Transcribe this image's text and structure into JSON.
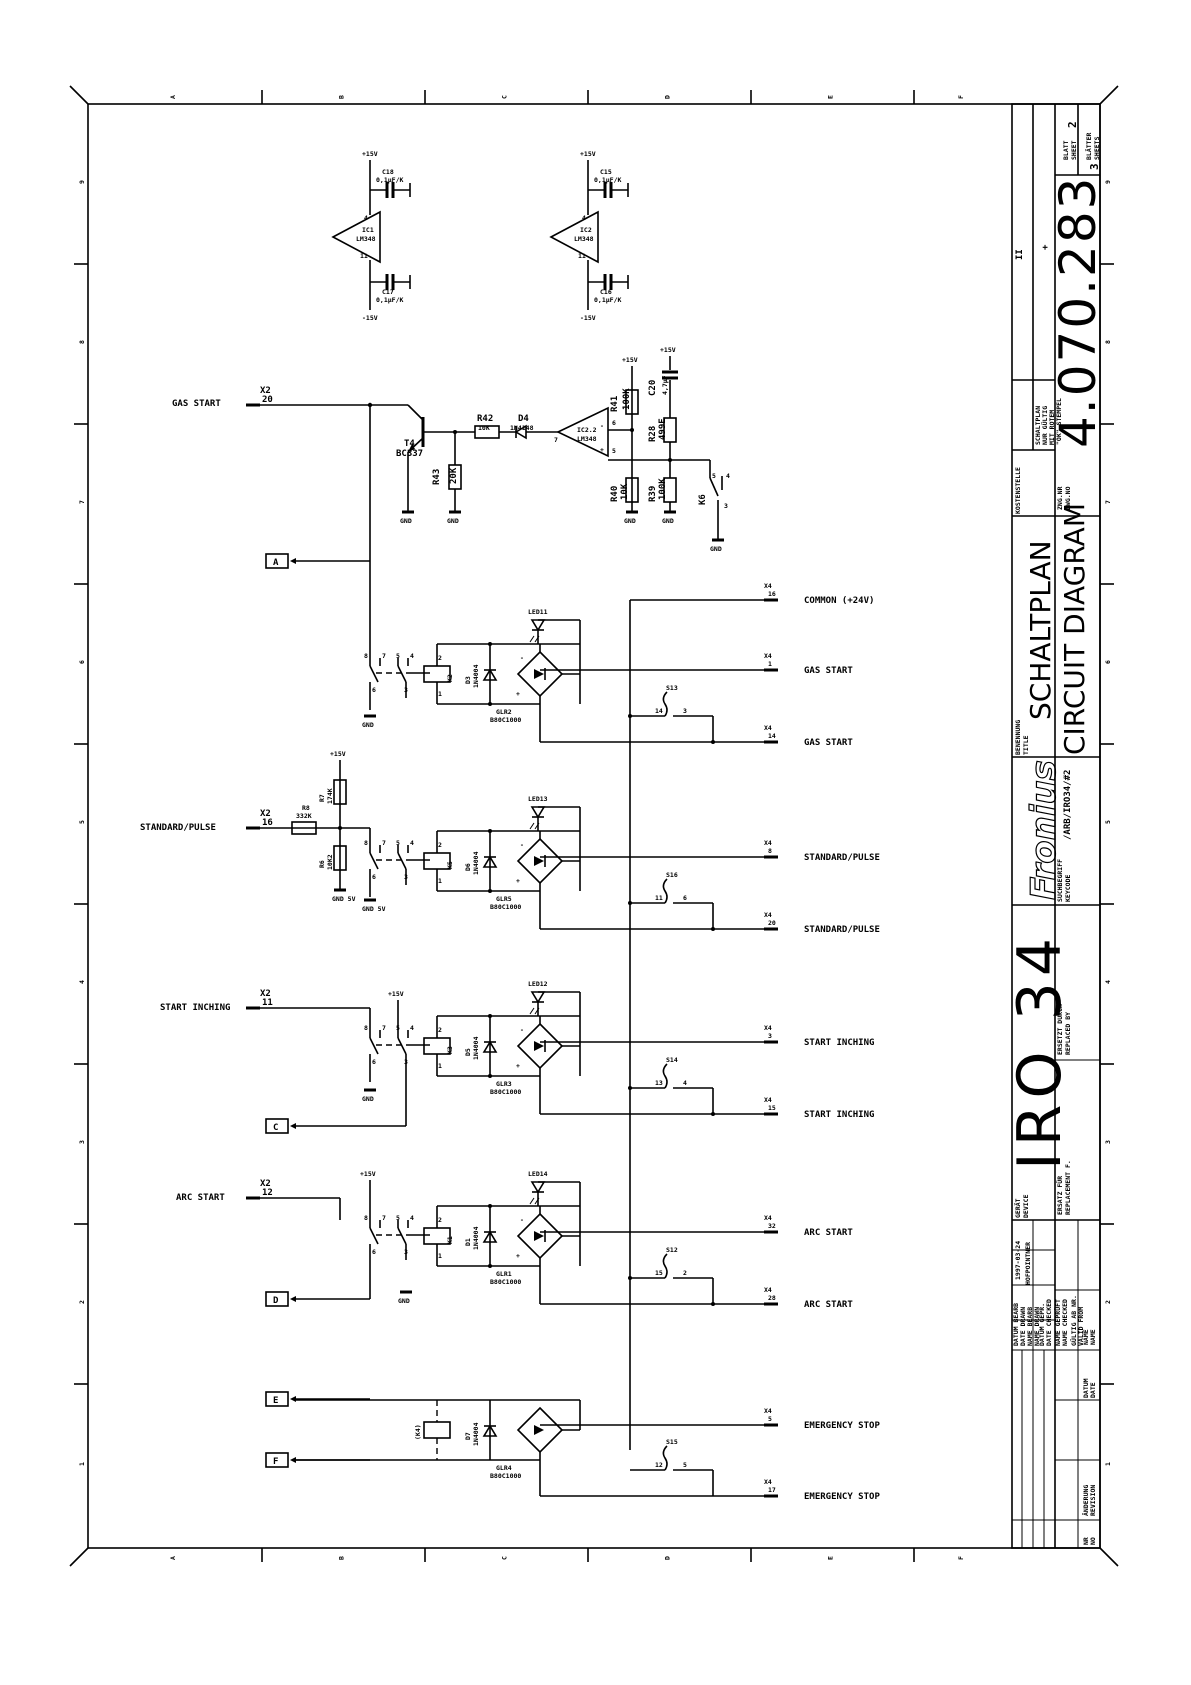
{
  "sheet": {
    "columns": [
      "A",
      "B",
      "C",
      "D",
      "E",
      "F"
    ],
    "rows": [
      "1",
      "2",
      "3",
      "4",
      "5",
      "6",
      "7",
      "8",
      "9"
    ]
  },
  "opamps": [
    {
      "ref": "IC1",
      "type": "LM348",
      "cap_top": "C18",
      "cap_top_val": "0,1µF/K",
      "cap_bot": "C17",
      "cap_bot_val": "0,1µF/K",
      "vpos": "+15V",
      "vneg": "-15V",
      "pin_top": "4",
      "pin_bot": "11"
    },
    {
      "ref": "IC2",
      "type": "LM348",
      "cap_top": "C15",
      "cap_top_val": "0,1µF/K",
      "cap_bot": "C16",
      "cap_bot_val": "0,1µF/K",
      "vpos": "+15V",
      "vneg": "-15V",
      "pin_top": "4",
      "pin_bot": "11"
    }
  ],
  "gas_circuit": {
    "connector": "X2",
    "pin": "20",
    "signal": "GAS START",
    "transistor": "T4",
    "transistor_type": "BC337",
    "r42": "R42",
    "r42_val": "10K",
    "r43": "R43",
    "r43_val": "20K",
    "diode": "D4",
    "diode_type": "1N4148",
    "opamp": "IC2.2",
    "opamp_type": "LM348",
    "pin6": "6",
    "pin7": "7",
    "pin5": "5",
    "r41": "R41",
    "r41_val": "100K",
    "r28": "R28",
    "r28_val": "499E",
    "r40": "R40",
    "r40_val": "10K",
    "r39": "R39",
    "r39_val": "100K",
    "c20": "C20",
    "c20_val": "4,7µF",
    "k6": "K6",
    "k6_p5": "5",
    "k6_p4": "4",
    "k6_p3": "3",
    "vplus": "+15V",
    "gnd": "GND"
  },
  "relay_blocks": [
    {
      "input_signal": "GAS START",
      "x2_pin": "20",
      "relay": "K2",
      "diode": "D3",
      "diode_type": "1N4004",
      "led": "LED11",
      "bridge": "GLR2",
      "bridge_type": "B80C1000",
      "switch": "S13",
      "sw_a": "14",
      "sw_b": "3",
      "out_pin_1": "1",
      "out_label_1": "GAS START",
      "out_pin_2": "14",
      "out_label_2": "GAS START",
      "p8": "8",
      "p7": "7",
      "p5": "5",
      "p4": "4",
      "p6": "6",
      "p3": "3",
      "p2": "2",
      "p1": "1",
      "gnd": "GND"
    },
    {
      "input_signal": "STANDARD/PULSE",
      "x2_pin": "16",
      "relay": "K5",
      "diode": "D6",
      "diode_type": "1N4004",
      "led": "LED13",
      "bridge": "GLR5",
      "bridge_type": "B80C1000",
      "switch": "S16",
      "sw_a": "11",
      "sw_b": "6",
      "out_pin_1": "8",
      "out_label_1": "STANDARD/PULSE",
      "out_pin_2": "20",
      "out_label_2": "STANDARD/PULSE",
      "p8": "8",
      "p7": "7",
      "p5": "5",
      "p4": "4",
      "p6": "6",
      "p3": "3",
      "p2": "2",
      "p1": "1",
      "gnd": "GND 5V"
    },
    {
      "input_signal": "START INCHING",
      "x2_pin": "11",
      "relay": "K3",
      "diode": "D5",
      "diode_type": "1N4004",
      "led": "LED12",
      "bridge": "GLR3",
      "bridge_type": "B80C1000",
      "switch": "S14",
      "sw_a": "13",
      "sw_b": "4",
      "out_pin_1": "3",
      "out_label_1": "START INCHING",
      "out_pin_2": "15",
      "out_label_2": "START INCHING",
      "p8": "8",
      "p7": "7",
      "p5": "5",
      "p4": "4",
      "p6": "6",
      "p3": "3",
      "p2": "2",
      "p1": "1",
      "gnd": "GND"
    },
    {
      "input_signal": "ARC START",
      "x2_pin": "12",
      "relay": "K1",
      "diode": "D1",
      "diode_type": "1N4004",
      "led": "LED14",
      "bridge": "GLR1",
      "bridge_type": "B80C1000",
      "switch": "S12",
      "sw_a": "15",
      "sw_b": "2",
      "out_pin_1": "32",
      "out_label_1": "ARC START",
      "out_pin_2": "28",
      "out_label_2": "ARC START",
      "p8": "8",
      "p7": "7",
      "p5": "5",
      "p4": "4",
      "p6": "6",
      "p3": "3",
      "p2": "2",
      "p1": "1",
      "gnd": "GND"
    }
  ],
  "pulse_divider": {
    "r7": "R7",
    "r7_val": "174K",
    "r8": "R8",
    "r8_val": "332K",
    "r6": "R6",
    "r6_val": "10K2",
    "vplus": "+15V",
    "gnd": "GND 5V"
  },
  "inching_vplus": "+15V",
  "arc_vplus": "+15V",
  "estop_block": {
    "relay": "(K4)",
    "diode": "D7",
    "diode_type": "1N4004",
    "bridge": "GLR4",
    "bridge_type": "B80C1000",
    "switch": "S15",
    "sw_a": "12",
    "sw_b": "5",
    "out_pin_1": "5",
    "out_label_1": "EMERGENCY STOP",
    "out_pin_2": "17",
    "out_label_2": "EMERGENCY STOP"
  },
  "common": {
    "x4_pin": "16",
    "label": "COMMON (+24V)"
  },
  "connector_x4": "X4",
  "connector_x2": "X2",
  "markers": [
    "A",
    "B",
    "C",
    "D",
    "E",
    "F"
  ],
  "title_block": {
    "sheet_de": "BLATT",
    "sheet_en": "SHEET",
    "sheet_no": "2",
    "sheets_de": "BLÄTTER",
    "sheets_en": "SHEETS",
    "sheets_no": "3",
    "drawing_no": "4.070.283",
    "zeichn_de": "ZNG.NR",
    "zeichn_en": "DWG.NO",
    "title_label_de": "BENENNUNG",
    "title_label_en": "TITLE",
    "title_de": "SCHALTPLAN",
    "title_en": "CIRCUIT DIAGRAM",
    "valid_1": "SCHALTPLAN",
    "valid_2": "NUR GÜLTIG",
    "valid_3": "MIT ROTEM",
    "valid_4": "\"OK\" STEMPEL",
    "kostenstelle": "KOSTENSTELLE",
    "brand": "Fronius",
    "keyword_de": "SUCHBEGRIFF",
    "keyword_en": "KEYCODE",
    "keyword_val": "/ARB/IRO34/#2",
    "device_de": "GERÄT",
    "device_en": "DEVICE",
    "device": "IRO 34",
    "replaced_de": "ERSETZT DURCH",
    "replaced_en": "REPLACED BY",
    "replacement_de": "ERSATZ FÜR",
    "replacement_en": "REPLACEMENT F.",
    "date_drawn_de": "DATUM BEARB",
    "date_drawn_en": "DATE DRAWN",
    "date": "1997-03-24",
    "name_drawn_de": "NAME BEARB",
    "name_drawn_en": "NAME DRAWN",
    "drawer": "HOFPOINTNER",
    "date_checked_de": "DATUM GEPR.",
    "date_checked_en": "DATE CHECKED",
    "name_checked_de": "NAME GEPRÜFT",
    "name_checked_en": "NAME CHECKED",
    "valid_from_de": "GÜLTIG AB NR.",
    "valid_from_en": "VALID FROM",
    "datum": "DATUM",
    "date_label": "DATE",
    "name_de": "NAME",
    "name_en": "NAME",
    "rev_de": "ÄNDERUNG",
    "rev_en": "REVISION",
    "nr": "NR",
    "no": "NO",
    "marks": [
      "II",
      "+"
    ]
  }
}
